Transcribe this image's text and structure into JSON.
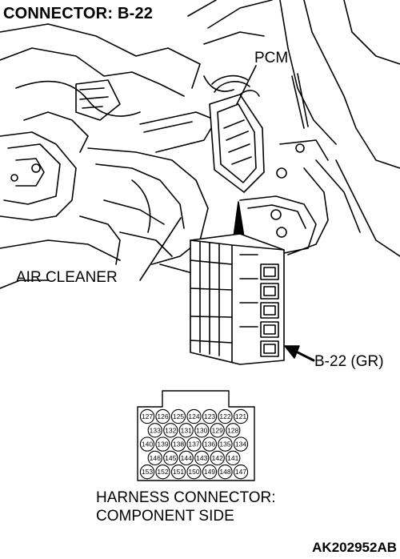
{
  "title": "CONNECTOR: B-22",
  "labels": {
    "pcm": "PCM",
    "air_cleaner": "AIR CLEANER",
    "connector": "B-22 (GR)"
  },
  "caption": {
    "line1": "HARNESS CONNECTOR:",
    "line2": "COMPONENT SIDE"
  },
  "figure_code": "AK202952AB",
  "pin_rows": [
    [
      "127",
      "126",
      "125",
      "124",
      "123",
      "122",
      "121"
    ],
    [
      "133",
      "132",
      "131",
      "130",
      "129",
      "128"
    ],
    [
      "140",
      "139",
      "138",
      "137",
      "136",
      "135",
      "134"
    ],
    [
      "146",
      "145",
      "144",
      "143",
      "142",
      "141"
    ],
    [
      "153",
      "152",
      "151",
      "150",
      "149",
      "148",
      "147"
    ]
  ]
}
